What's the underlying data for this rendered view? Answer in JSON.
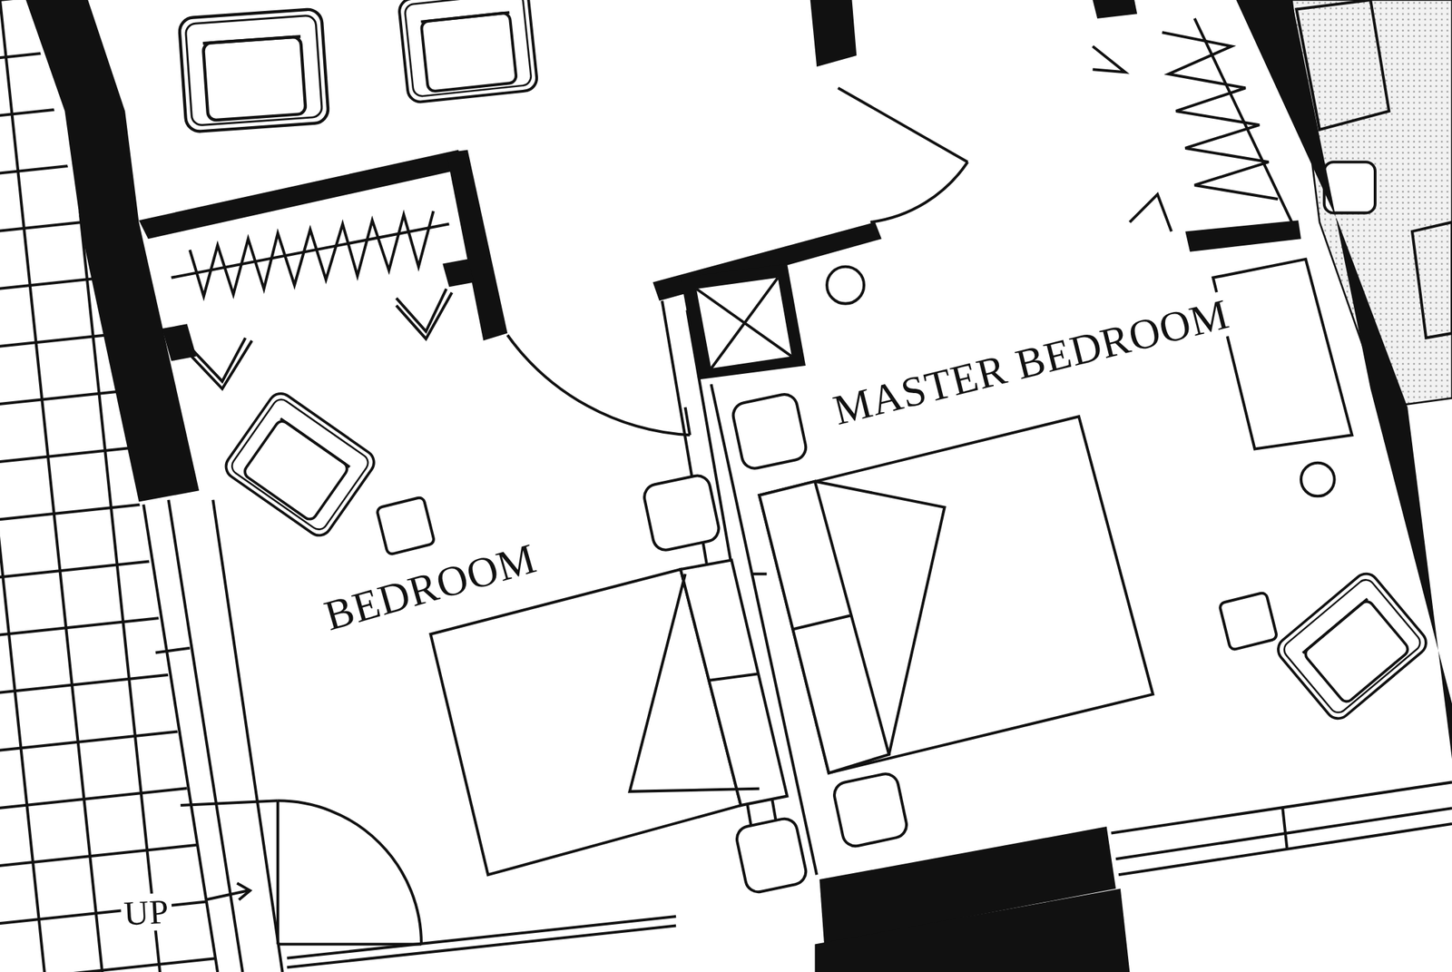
{
  "diagram": {
    "labels": [
      "BEDROOM",
      "MASTER BEDROOM",
      "UP"
    ]
  }
}
